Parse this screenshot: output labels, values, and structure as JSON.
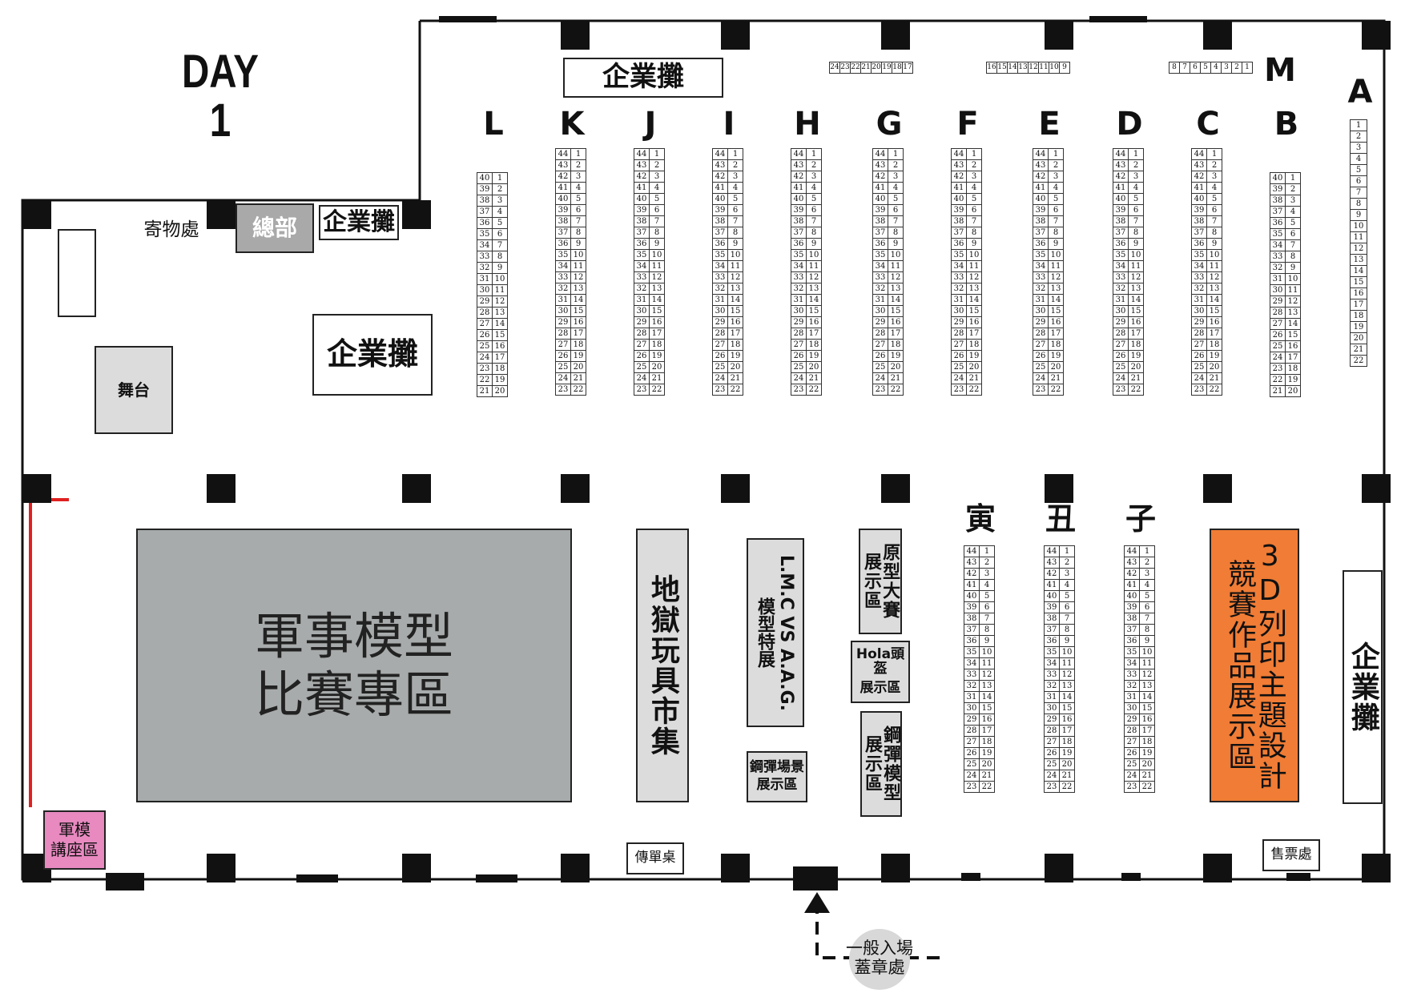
{
  "title": "DAY 1",
  "row_letters": [
    "L",
    "K",
    "J",
    "I",
    "H",
    "G",
    "F",
    "E",
    "D",
    "C",
    "B",
    "A"
  ],
  "zodiac_letters": [
    "寅",
    "丑",
    "子"
  ],
  "m_label": "M",
  "m_group1": [
    "24",
    "23",
    "22",
    "21",
    "20",
    "19",
    "18",
    "17"
  ],
  "m_group2": [
    "16",
    "15",
    "14",
    "13",
    "12",
    "11",
    "10",
    "9"
  ],
  "m_group3": [
    "8",
    "7",
    "6",
    "5",
    "4",
    "3",
    "2",
    "1"
  ],
  "zones": {
    "corporate_top": "企業攤",
    "corporate_small": "企業攤",
    "corporate_mid": "企業攤",
    "corporate_right": "企業攤",
    "storage": "寄物處",
    "hq": "總部",
    "stage": "舞台",
    "military_line1": "軍事模型",
    "military_line2": "比賽專區",
    "hell_market": "地獄玩具市集",
    "lmc_line1": "L.M.C VS A.A.G.",
    "lmc_line2": "模型特展",
    "proto_line1": "原型大賽",
    "proto_line2": "展示區",
    "hola_line1": "Hola頭盔",
    "hola_line2": "展示區",
    "gundam_model_line1": "鋼彈模型",
    "gundam_model_line2": "展示區",
    "gundam_scene_line1": "鋼彈場景",
    "gundam_scene_line2": "展示區",
    "print3d_line1": "3D列印主題設計",
    "print3d_line2": "競賽作品展示區",
    "lecture_line1": "軍模",
    "lecture_line2": "講座區",
    "flyer_desk": "傳單桌",
    "ticket_office": "售票處",
    "entrance_line1": "一般入場",
    "entrance_line2": "蓋章處"
  },
  "colors": {
    "wall": "#111111",
    "zone_gray": "#a8abab",
    "light_gray": "#dcdcdc",
    "orange": "#f07c35",
    "pink": "#e889c0",
    "red": "#e02020",
    "hq_gray": "#a9a9a9"
  }
}
